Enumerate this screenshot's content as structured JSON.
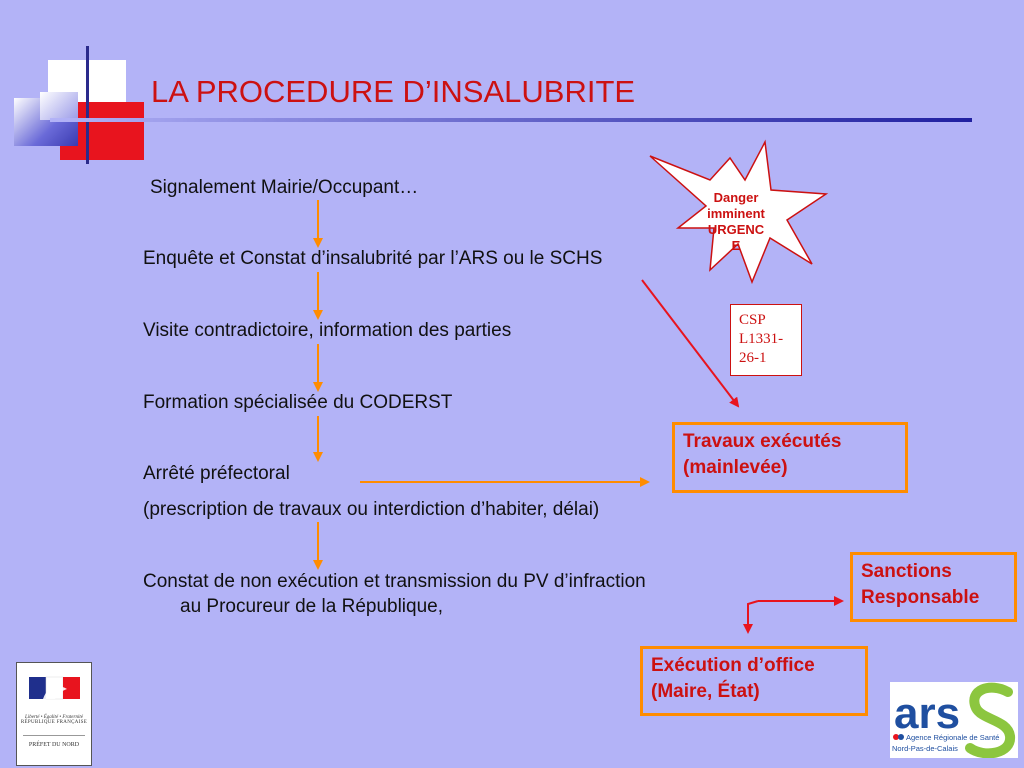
{
  "title": "LA PROCEDURE D’INSALUBRITE",
  "steps": {
    "signalement": "Signalement Mairie/Occupant…",
    "enquete": "Enquête et Constat d’insalubrité par l’ARS ou le SCHS",
    "visite": "Visite contradictoire, information des parties",
    "formation": "Formation spécialisée du CODERST",
    "arrete": "Arrêté préfectoral",
    "arrete_detail": "(prescription de travaux ou interdiction d’habiter, délai)",
    "constat_line1": "Constat de non exécution et transmission du PV d’infraction",
    "constat_line2": "au Procureur de la République,"
  },
  "danger": {
    "line1": "Danger",
    "line2": "imminent",
    "line3": "URGENC",
    "line4": "E"
  },
  "csp": {
    "line1": "CSP",
    "line2": "L1331-",
    "line3": "26-1"
  },
  "boxes": {
    "travaux_line1": "Travaux exécutés",
    "travaux_line2": "(mainlevée)",
    "sanctions_line1": "Sanctions",
    "sanctions_line2": "Responsable",
    "execution_line1": "Exécution d’office",
    "execution_line2": "(Maire, État)"
  },
  "logos": {
    "prefet_motto": "Liberté • Égalité • Fraternité",
    "prefet_republique": "République Française",
    "prefet_name": "PRÉFET DU NORD",
    "ars_big": "ars",
    "ars_line1": "Agence Régionale de Santé",
    "ars_line2": "Nord-Pas-de-Calais"
  },
  "colors": {
    "background": "#b3b3f7",
    "title": "#cc1111",
    "arrow_orange": "#ff8c00",
    "arrow_red": "#e8141e",
    "ars_blue": "#1f4fa0",
    "ars_green": "#8cc63f"
  }
}
